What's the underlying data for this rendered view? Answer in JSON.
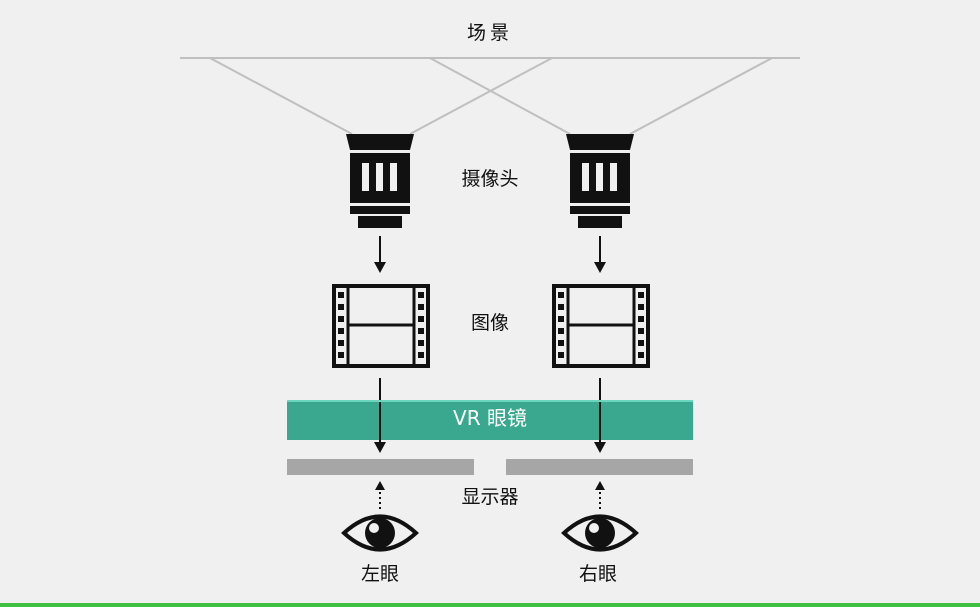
{
  "labels": {
    "scene": "场景",
    "camera": "摄像头",
    "image": "图像",
    "vr_glasses": "VR 眼镜",
    "display": "显示器",
    "left_eye": "左眼",
    "right_eye": "右眼"
  },
  "icons": {
    "camera": "camera-icon",
    "film": "film-frame-icon",
    "eye": "eye-icon"
  },
  "colors": {
    "background": "#f0f0f0",
    "vr_bar": "#3aa88e",
    "display_panel": "#a6a6a6",
    "scene_lines": "#bfbfbf",
    "bottom_accent": "#3fbf3f"
  }
}
